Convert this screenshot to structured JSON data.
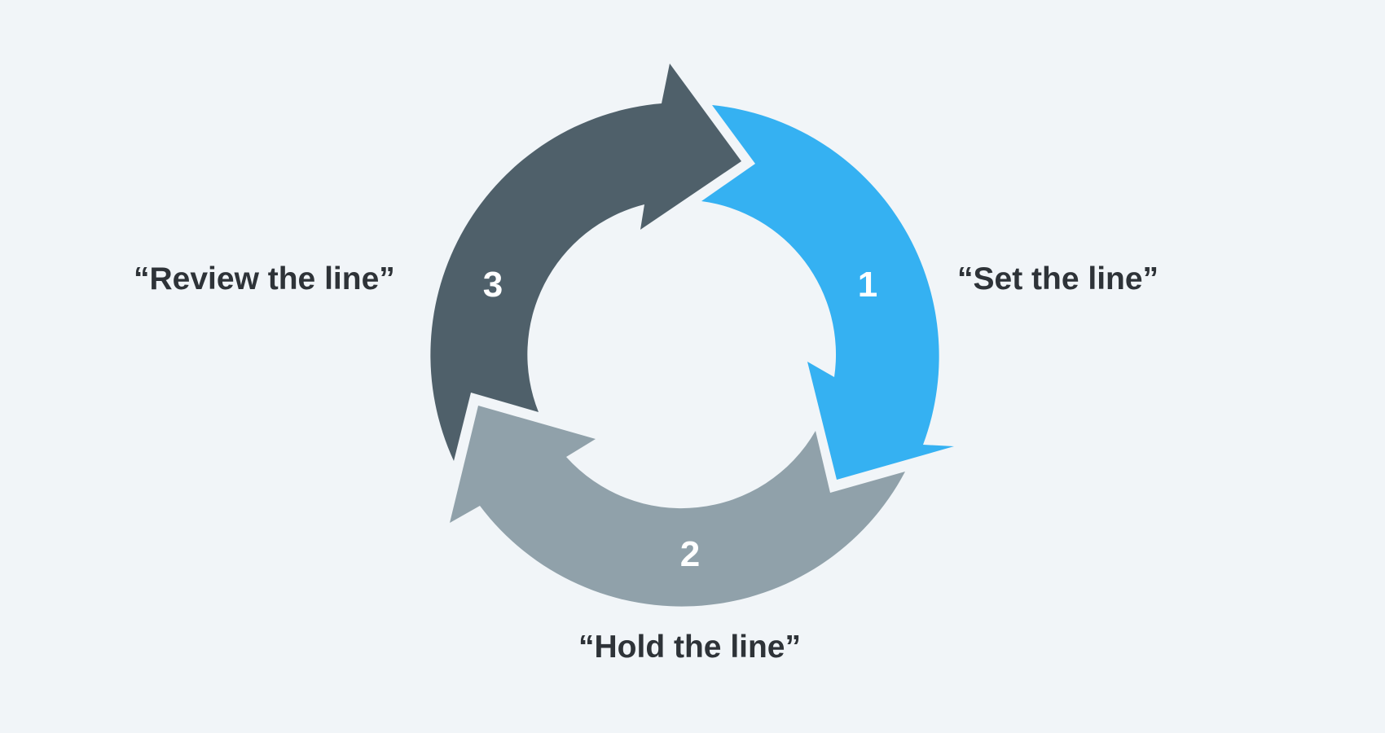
{
  "colors": {
    "background": "#f1f5f8",
    "step_1": "#35b1f2",
    "step_2": "#90a1aa",
    "step_3": "#4f606a",
    "label_text": "#2e3338",
    "number_text": "#ffffff"
  },
  "steps": [
    {
      "number": "1",
      "label": "“Set the line”",
      "color": "#35b1f2"
    },
    {
      "number": "2",
      "label": "“Hold the line”",
      "color": "#90a1aa"
    },
    {
      "number": "3",
      "label": "“Review the line”",
      "color": "#4f606a"
    }
  ]
}
